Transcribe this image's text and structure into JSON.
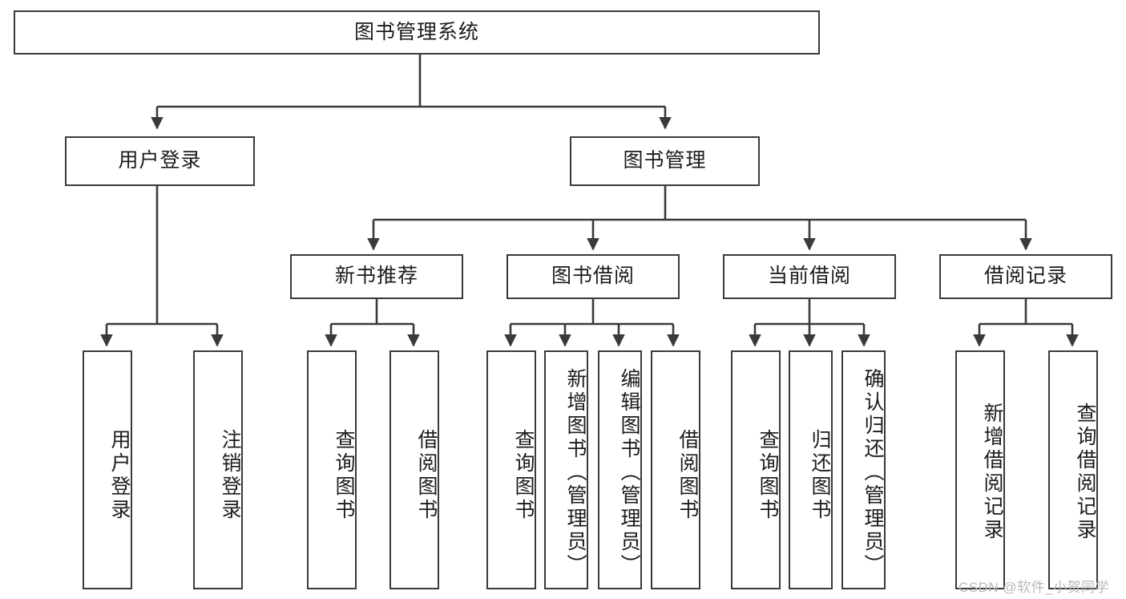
{
  "diagram": {
    "title": "图书管理系统",
    "type": "hierarchy-tree",
    "root": {
      "label": "图书管理系统"
    },
    "level2": [
      {
        "label": "用户登录"
      },
      {
        "label": "图书管理"
      }
    ],
    "level3": [
      {
        "label": "新书推荐"
      },
      {
        "label": "图书借阅"
      },
      {
        "label": "当前借阅"
      },
      {
        "label": "借阅记录"
      }
    ],
    "leaves_user_login": [
      {
        "label": "用户登录"
      },
      {
        "label": "注销登录"
      }
    ],
    "leaves_new_book": [
      {
        "label": "查询图书"
      },
      {
        "label": "借阅图书"
      }
    ],
    "leaves_borrow": [
      {
        "label": "查询图书"
      },
      {
        "label": "新增图书（管理员）"
      },
      {
        "label": "编辑图书（管理员）"
      },
      {
        "label": "借阅图书"
      }
    ],
    "leaves_current": [
      {
        "label": "查询图书"
      },
      {
        "label": "归还图书"
      },
      {
        "label": "确认归还（管理员）"
      }
    ],
    "leaves_records": [
      {
        "label": "新增借阅记录"
      },
      {
        "label": "查询借阅记录"
      }
    ]
  },
  "watermark": {
    "text": "CSDN @软件_小贺同学"
  },
  "colors": {
    "stroke": "#3a3a3a",
    "text": "#1c1c1c",
    "background": "#ffffff",
    "watermark": "#b9b9b9"
  }
}
